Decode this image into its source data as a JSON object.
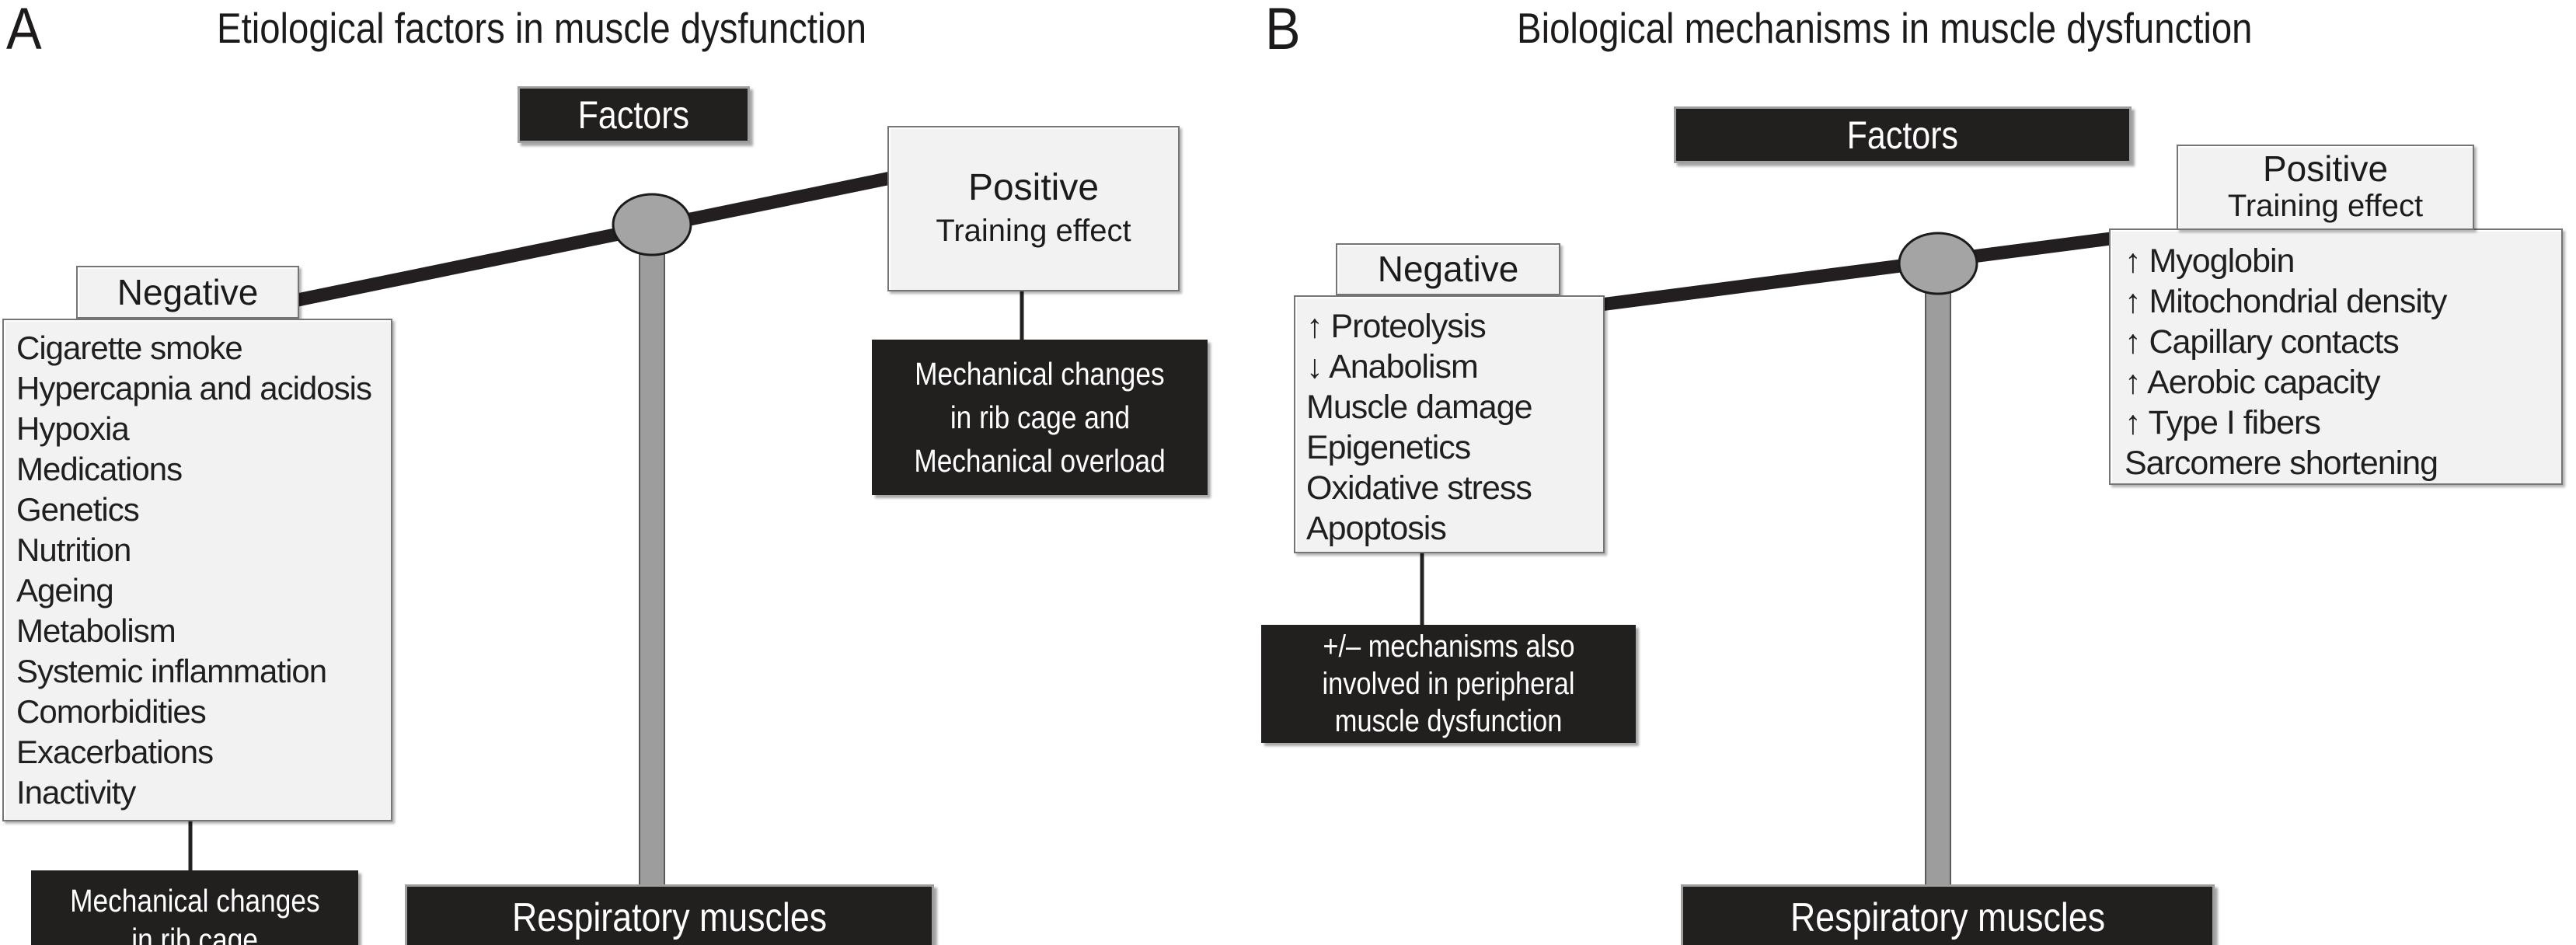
{
  "figure": {
    "type": "balance-seesaw-diagram",
    "colors": {
      "dark_box": "#221f1f",
      "light_box": "#f2f2f2",
      "box_border": "#757575",
      "beam": "#231f20",
      "fulcrum_fill": "#a4a4a4",
      "post_fill": "#9d9d9d",
      "text_dark": "#1c1a1a",
      "text_light": "#ffffff"
    }
  },
  "panels": {
    "a": {
      "label": "A",
      "title": "Etiological factors in muscle dysfunction",
      "factors_label": "Factors",
      "negative_label": "Negative",
      "negative_items": [
        "Cigarette smoke",
        "Hypercapnia and acidosis",
        "Hypoxia",
        "Medications",
        "Genetics",
        "Nutrition",
        "Ageing",
        "Metabolism",
        "Systemic inflammation",
        "Comorbidities",
        "Exacerbations",
        "Inactivity"
      ],
      "negative_note": {
        "line1": "Mechanical changes",
        "line2": "in rib cage"
      },
      "positive_label": "Positive",
      "positive_sublabel": "Training effect",
      "positive_note": {
        "line1": "Mechanical changes",
        "line2": "in rib cage and",
        "line3": "Mechanical overload"
      },
      "base_label": "Respiratory muscles"
    },
    "b": {
      "label": "B",
      "title": "Biological mechanisms in muscle dysfunction",
      "factors_label": "Factors",
      "negative_label": "Negative",
      "negative_items": [
        "↑ Proteolysis",
        "↓ Anabolism",
        "Muscle damage",
        "Epigenetics",
        "Oxidative stress",
        "Apoptosis"
      ],
      "negative_note": {
        "line1": "+/– mechanisms also",
        "line2": "involved in peripheral",
        "line3": "muscle dysfunction"
      },
      "positive_label": "Positive",
      "positive_sublabel": "Training effect",
      "positive_items": [
        "↑ Myoglobin",
        "↑ Mitochondrial density",
        "↑ Capillary contacts",
        "↑ Aerobic capacity",
        "↑ Type I fibers",
        "Sarcomere shortening"
      ],
      "base_label": "Respiratory muscles"
    }
  }
}
